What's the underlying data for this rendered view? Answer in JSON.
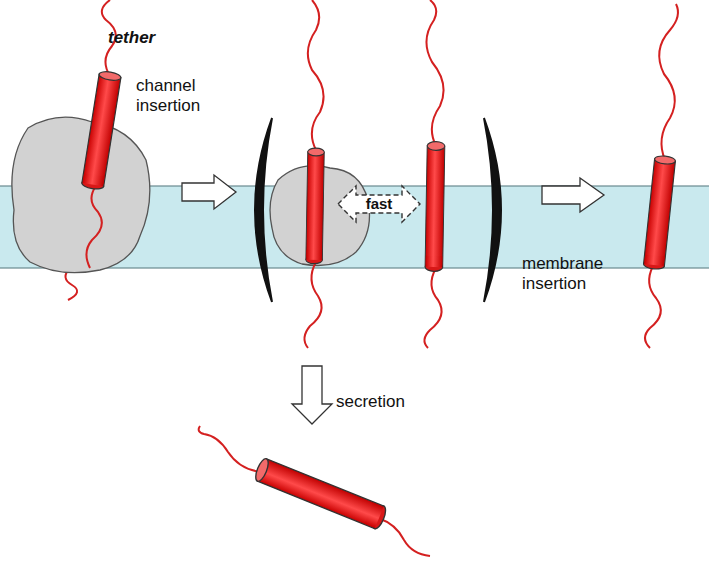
{
  "diagram": {
    "labels": [
      "tether",
      "channel insertion",
      "fast",
      "membrane insertion",
      "secretion"
    ]
  }
}
